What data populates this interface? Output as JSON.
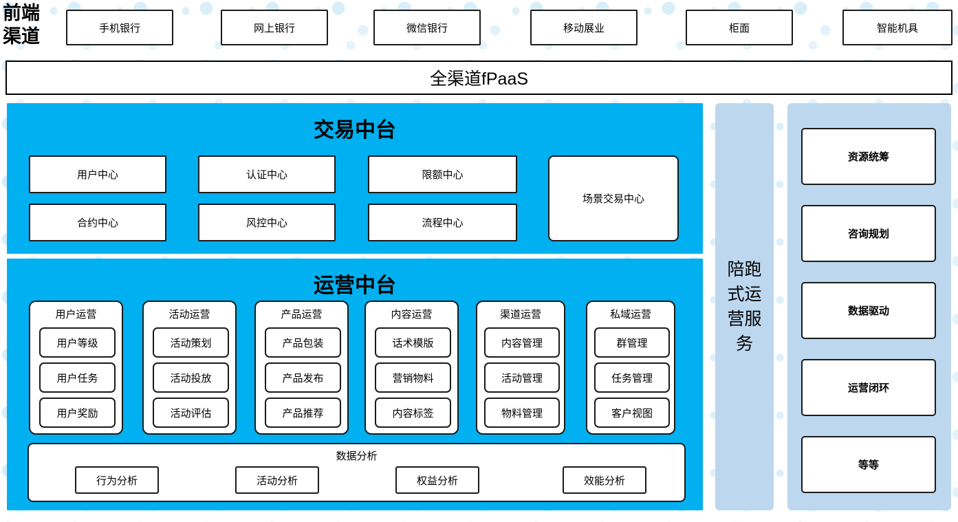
{
  "front_channel": {
    "label": "前端\n渠道",
    "label_line1": "前端",
    "label_line2": "渠道",
    "items": [
      {
        "label": "手机银行"
      },
      {
        "label": "网上银行"
      },
      {
        "label": "微信银行"
      },
      {
        "label": "移动展业"
      },
      {
        "label": "柜面"
      },
      {
        "label": "智能机具"
      }
    ]
  },
  "platform_bar": {
    "label": "全渠道fPaaS"
  },
  "transaction_center": {
    "title": "交易中台",
    "accent_color": "#00B0F0",
    "items": [
      {
        "label": "用户中心"
      },
      {
        "label": "认证中心"
      },
      {
        "label": "限额中心"
      },
      {
        "label": "合约中心"
      },
      {
        "label": "风控中心"
      },
      {
        "label": "流程中心"
      }
    ],
    "scene_box": {
      "label": "场景交易中心"
    }
  },
  "operations_center": {
    "title": "运营中台",
    "accent_color": "#00B0F0",
    "groups": [
      {
        "title": "用户运营",
        "items": [
          "用户等级",
          "用户任务",
          "用户奖励"
        ]
      },
      {
        "title": "活动运营",
        "items": [
          "活动策划",
          "活动投放",
          "活动评估"
        ]
      },
      {
        "title": "产品运营",
        "items": [
          "产品包装",
          "产品发布",
          "产品推荐"
        ]
      },
      {
        "title": "内容运营",
        "items": [
          "话术模版",
          "营销物料",
          "内容标签"
        ]
      },
      {
        "title": "渠道运营",
        "items": [
          "内容管理",
          "活动管理",
          "物料管理"
        ]
      },
      {
        "title": "私域运营",
        "items": [
          "群管理",
          "任务管理",
          "客户视图"
        ]
      }
    ],
    "analysis": {
      "title": "数据分析",
      "items": [
        "行为分析",
        "活动分析",
        "权益分析",
        "效能分析"
      ]
    }
  },
  "companion_service": {
    "label": "陪跑式运营服务",
    "panel_color": "#BDD7EE"
  },
  "service_capabilities": {
    "panel_color": "#BDD7EE",
    "items": [
      {
        "label": "资源统筹"
      },
      {
        "label": "咨询规划"
      },
      {
        "label": "数据驱动"
      },
      {
        "label": "运营闭环"
      },
      {
        "label": "等等"
      }
    ]
  }
}
